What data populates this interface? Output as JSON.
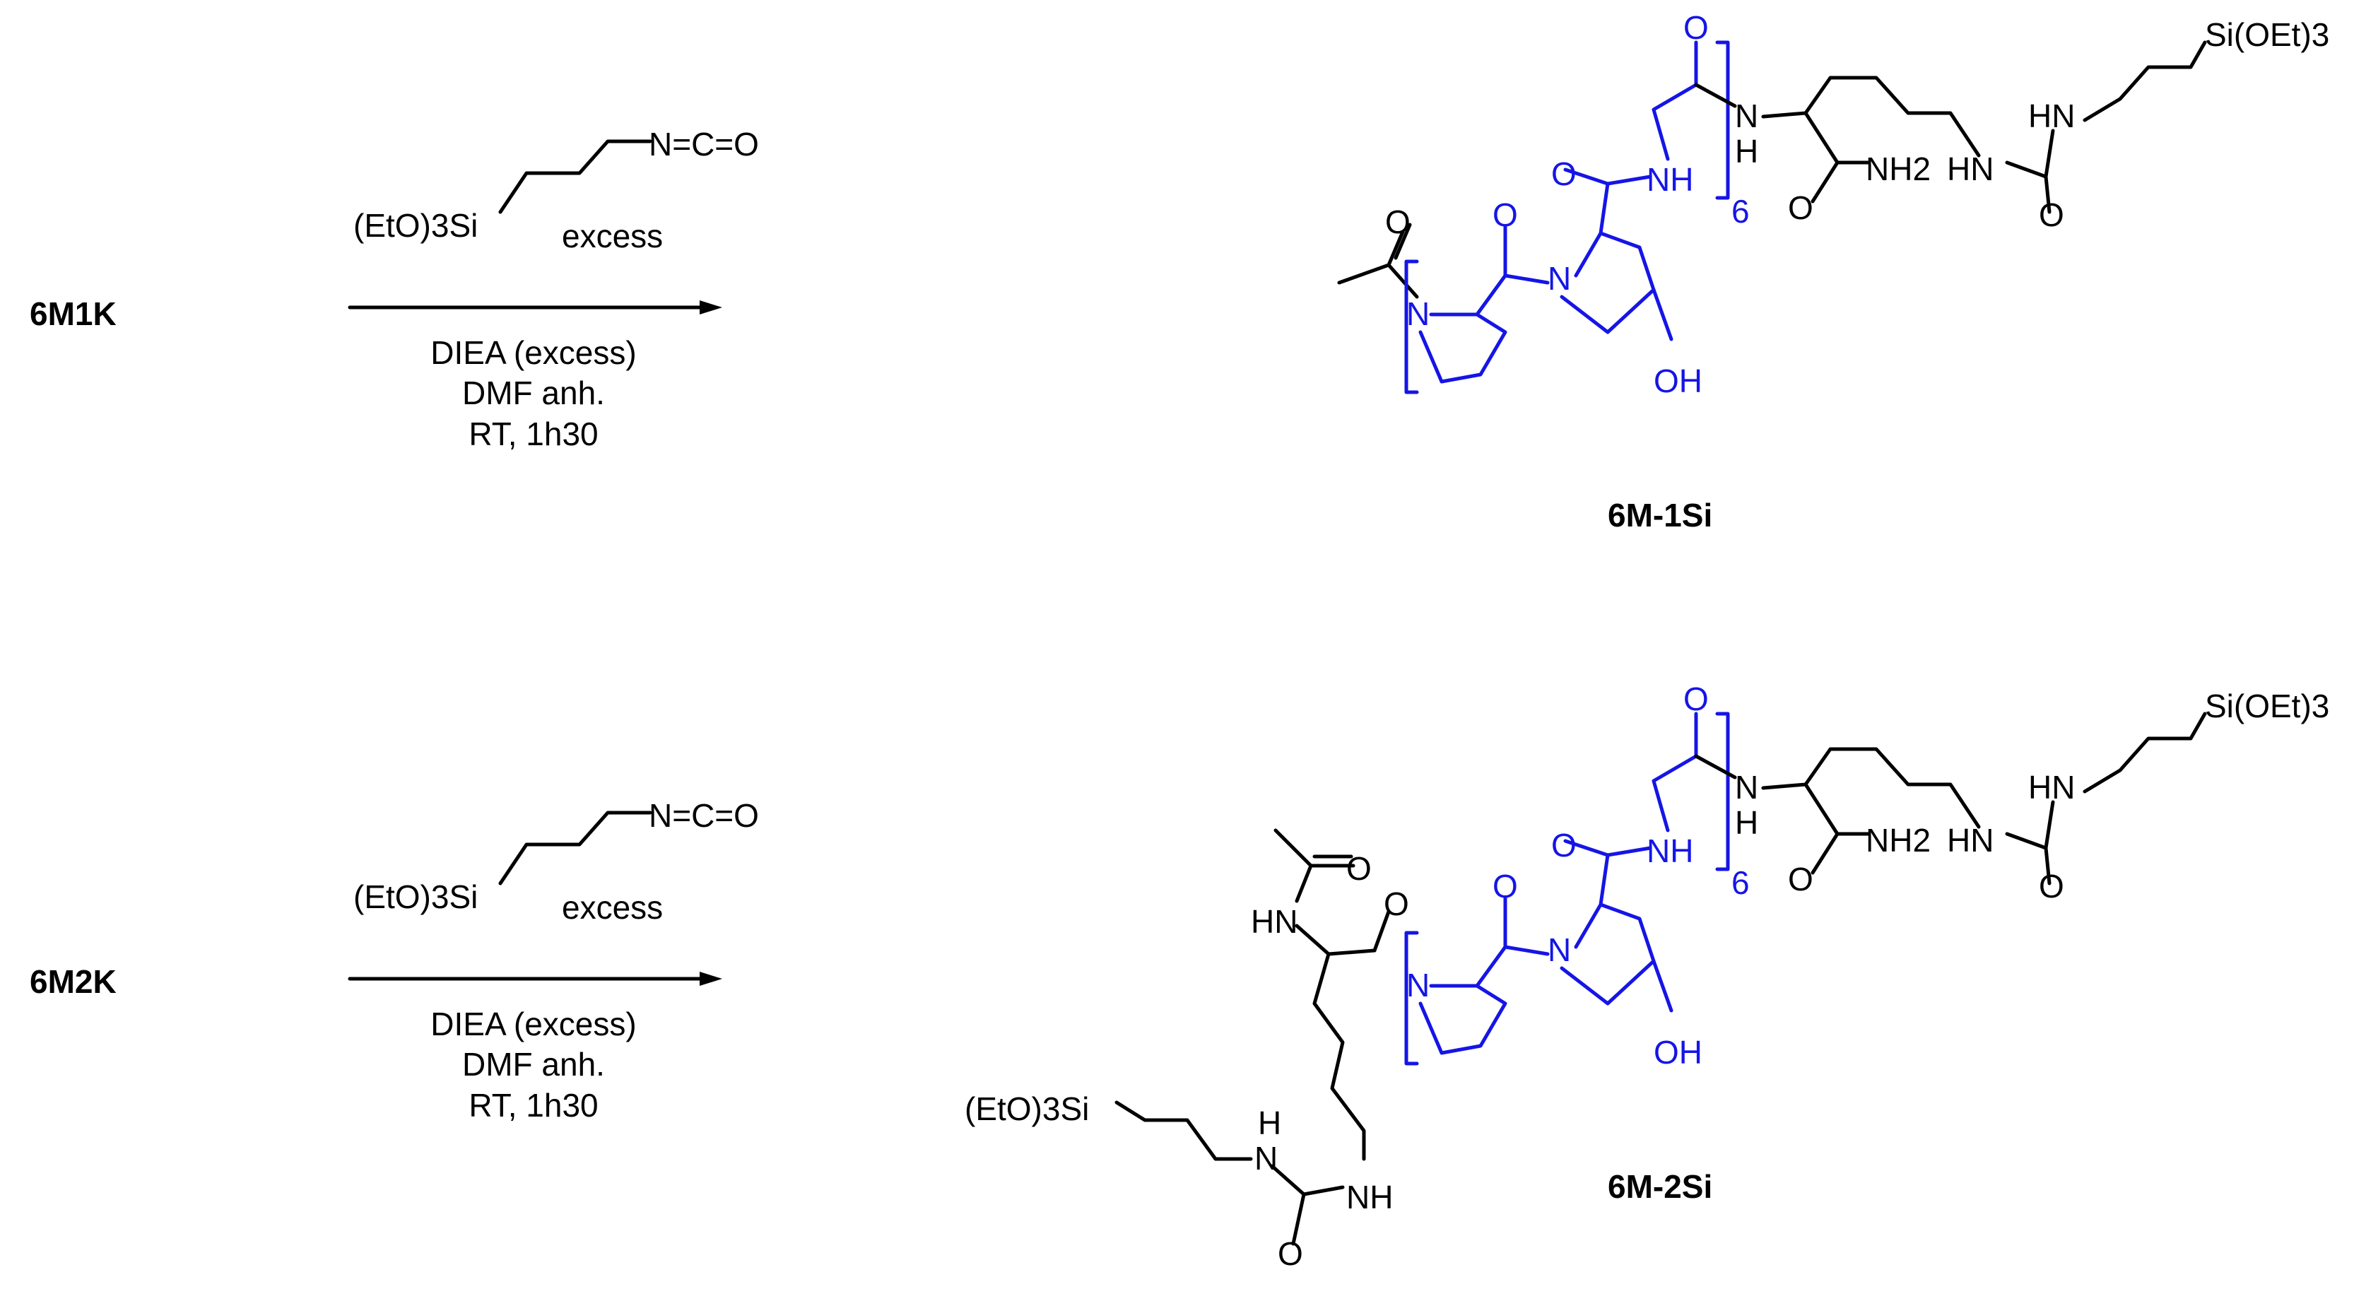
{
  "colors": {
    "peptide": "#1515e6",
    "default": "#000000",
    "background": "#ffffff"
  },
  "reactions": [
    {
      "starting_material": "6M1K",
      "reagent_formula": "(EtO)3Si",
      "reagent_group": "N=C=O",
      "reagent_amount": "excess",
      "conditions": [
        "DIEA (excess)",
        "DMF anh.",
        "RT,  1h30"
      ],
      "product": "6M-1Si"
    },
    {
      "starting_material": "6M2K",
      "reagent_formula": "(EtO)3Si",
      "reagent_group": "N=C=O",
      "reagent_amount": "excess",
      "conditions": [
        "DIEA (excess)",
        "DMF anh.",
        "RT,  1h30"
      ],
      "product": "6M-2Si"
    }
  ],
  "structure_atoms": {
    "N": "N",
    "O": "O",
    "OH": "OH",
    "NH": "NH",
    "H": "H",
    "HN": "HN",
    "NH2": "NH2",
    "repeat": "6",
    "silyl_right": "Si(OEt)3",
    "silyl_left": "(EtO)3Si"
  }
}
